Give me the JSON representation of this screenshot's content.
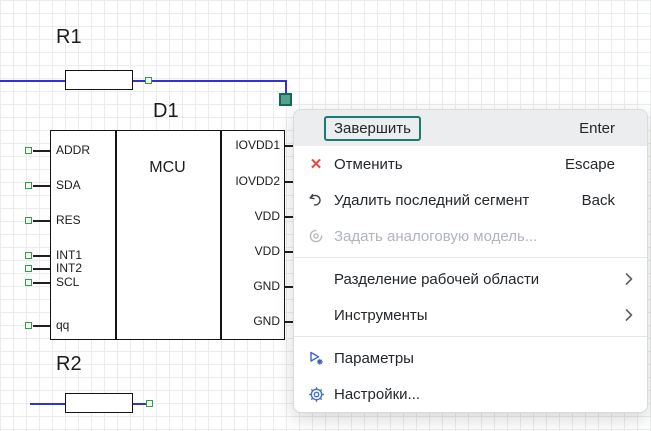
{
  "schematic": {
    "components": {
      "r1": {
        "ref": "R1"
      },
      "r2": {
        "ref": "R2"
      },
      "d1": {
        "ref": "D1",
        "type_label": "MCU",
        "left_pins": [
          "ADDR",
          "SDA",
          "RES",
          "INT1",
          "INT2",
          "SCL",
          "qq"
        ],
        "right_pins": [
          "IOVDD1",
          "IOVDD2",
          "VDD",
          "VDD",
          "GND",
          "GND"
        ]
      }
    },
    "colors": {
      "wire": "#3232d8",
      "grid": "#eaedeb",
      "terminal_green": "#2f9e44",
      "active_handle": "#57a18c"
    }
  },
  "context_menu": {
    "accent_color": "#1b7a74",
    "items": [
      {
        "label": "Завершить",
        "shortcut": "Enter",
        "state": "focused"
      },
      {
        "label": "Отменить",
        "shortcut": "Escape",
        "icon": "cancel-icon"
      },
      {
        "label": "Удалить последний сегмент",
        "shortcut": "Back",
        "icon": "undo-icon"
      },
      {
        "label": "Задать аналоговую модель...",
        "state": "disabled",
        "icon": "spiral-icon"
      },
      {
        "label": "Разделение рабочей области",
        "submenu": true
      },
      {
        "label": "Инструменты",
        "submenu": true
      },
      {
        "label": "Параметры",
        "icon": "parameters-icon"
      },
      {
        "label": "Настройки...",
        "icon": "gear-icon"
      }
    ]
  }
}
